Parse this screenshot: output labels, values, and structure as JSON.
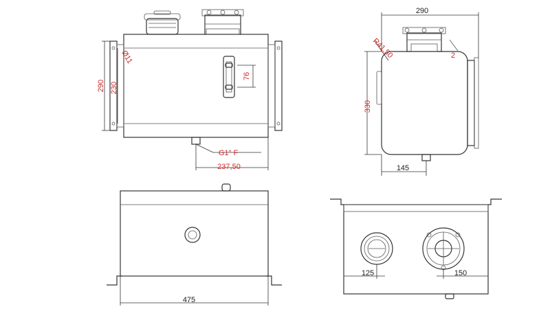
{
  "drawing": {
    "side_view": {
      "dim_height_outer": "290",
      "dim_height_inner": "230",
      "dim_hole": "Ø11",
      "dim_window": "76",
      "dim_port": "G1\" F",
      "dim_port_offset": "237,50"
    },
    "end_view": {
      "dim_width": "290",
      "dim_radius": "R41,50",
      "dim_small": "2",
      "dim_height": "330",
      "dim_port_offset": "145"
    },
    "front_view": {
      "dim_length": "475"
    },
    "top_view": {
      "dim_cap_left": "125",
      "dim_cap_right": "150"
    }
  },
  "colors": {
    "dimension_text": "#cc2b2b",
    "plain_text": "#222222",
    "line": "#333333"
  }
}
